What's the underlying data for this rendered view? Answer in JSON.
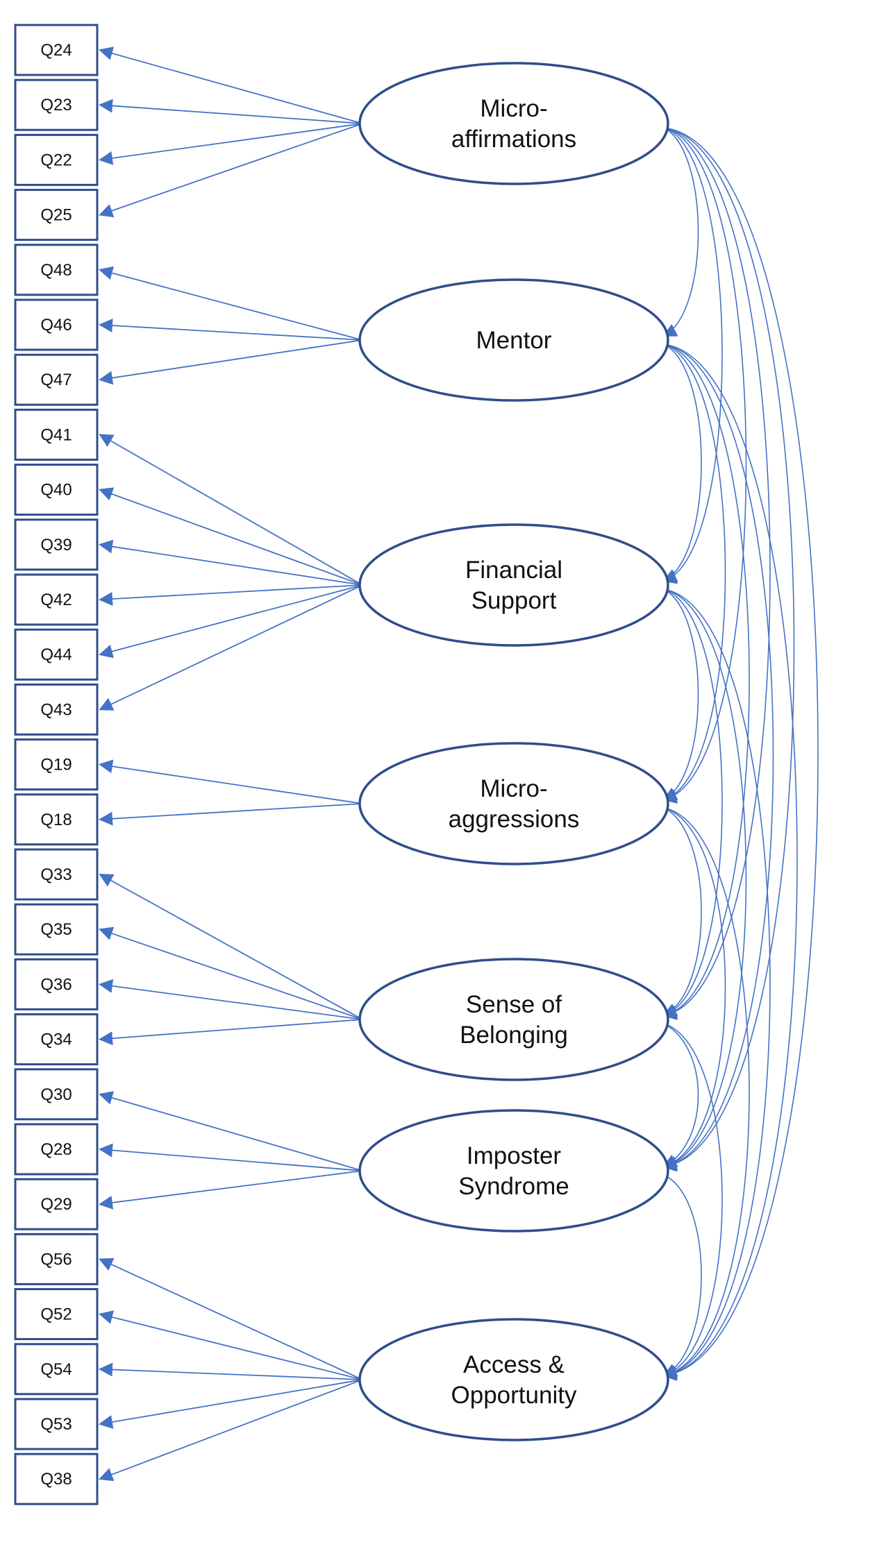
{
  "colors": {
    "line": "#4472C4",
    "shape_stroke": "#2F4D8A",
    "background": "#FFFFFF"
  },
  "factors": [
    {
      "id": "micro-affirmations",
      "lines": [
        "Micro-",
        "affirmations"
      ],
      "items": [
        "Q24",
        "Q23",
        "Q22",
        "Q25"
      ]
    },
    {
      "id": "mentor",
      "lines": [
        "Mentor"
      ],
      "items": [
        "Q48",
        "Q46",
        "Q47"
      ]
    },
    {
      "id": "financial-support",
      "lines": [
        "Financial",
        "Support"
      ],
      "items": [
        "Q41",
        "Q40",
        "Q39",
        "Q42",
        "Q44",
        "Q43"
      ]
    },
    {
      "id": "micro-aggressions",
      "lines": [
        "Micro-",
        "aggressions"
      ],
      "items": [
        "Q19",
        "Q18"
      ]
    },
    {
      "id": "sense-of-belonging",
      "lines": [
        "Sense of",
        "Belonging"
      ],
      "items": [
        "Q33",
        "Q35",
        "Q36",
        "Q34"
      ]
    },
    {
      "id": "imposter-syndrome",
      "lines": [
        "Imposter",
        "Syndrome"
      ],
      "items": [
        "Q30",
        "Q28",
        "Q29"
      ]
    },
    {
      "id": "access-opportunity",
      "lines": [
        "Access &",
        "Opportunity"
      ],
      "items": [
        "Q56",
        "Q52",
        "Q54",
        "Q53",
        "Q38"
      ]
    }
  ],
  "covariances": "all factor pairs"
}
